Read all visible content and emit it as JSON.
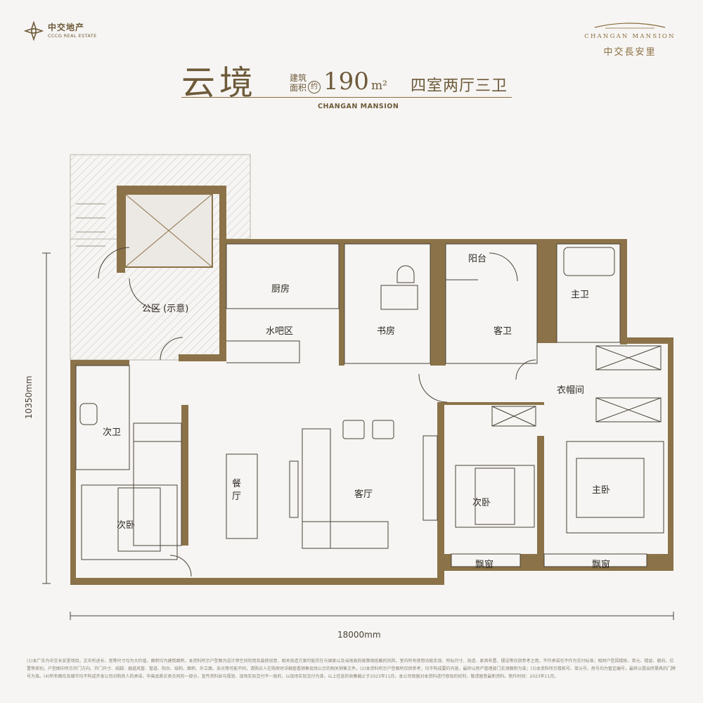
{
  "header": {
    "brand_left_cn": "中交地产",
    "brand_left_en": "CCCG REAL ESTATE",
    "brand_right_en": "CHANGAN MANSION",
    "brand_right_cn": "中交長安里",
    "title": "云境",
    "area_label": "建筑面积",
    "about_mark": "约",
    "area_value": "190",
    "area_unit": "m²",
    "room_type": "四室两厅三卫",
    "subtitle": "CHANGAN MANSION"
  },
  "plan": {
    "rooms": {
      "public": "公区 (示意)",
      "kitchen": "厨房",
      "water_bar": "水吧区",
      "study": "书房",
      "balcony": "阳台",
      "guest_bath": "客卫",
      "master_bath": "主卫",
      "cloakroom": "衣帽间",
      "second_bath": "次卫",
      "dining": "餐厅",
      "living": "客厅",
      "bedroom_left": "次卧",
      "bedroom_mid": "次卧",
      "master_bed": "主卧",
      "bay_window_1": "飘窗",
      "bay_window_2": "飘窗"
    },
    "dim_width": "18000mm",
    "dim_height": "10350mm"
  },
  "colors": {
    "wall": "#8b7248",
    "accent": "#6e5a3a",
    "background": "#f6f5f3"
  },
  "footer": {
    "disclaimer": "(1)本广告为中交长安里项目，文中所述长、宽等尺寸均为大约值，面积均为建筑面积，本资料所示户型图为设计师空间利用及装修创意，相关改造方案可能存在与国家以及当地政府政策相抵触的风险，室内所有使用功能实现、所标尺寸、改造、家具布置、摆设等仅供参考之用，不作承诺也不作为交付标准；相同户型因楼栋、单元、楼层、朝向、位置等差别，户型图中所示开门方向、开门尺寸、线脚、烟道风管、管道、阳台、结构、面积、外立面、采光等可能不同，请购买人在购房时详细查看销售现场公示的相关销售文件。(2)本资料所示户型图所仅供参考，均不构成要约内容，最终以房产管理部门实测面积为准；(3)本资料所示楼栋号、单元号、房号均为暂定编号，最终以提出所需具的门牌号为准。(4)所有图形及细节均不构成开发公司对购房人的承诺，毕竟品质买卖合同的一部分，宣传资料如与规划、现场实际交付不一致的，以现场实际交付为准，以上信息的收集截止于2023年11月，本公司保留对本资料进行修改的权利，敬请留意最新资料。制作时间：2023年11月。"
  }
}
